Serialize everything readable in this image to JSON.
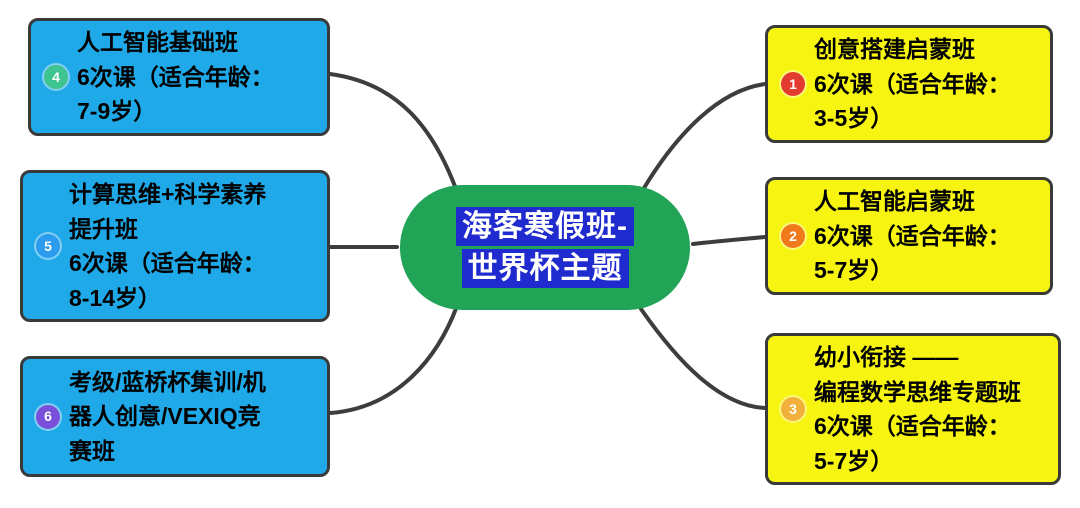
{
  "center": {
    "lines": [
      "海客寒假班-",
      "世界杯主题"
    ],
    "bg_color": "#22A456",
    "highlight_color": "#1F2BCE",
    "text_color": "#FFFFFF"
  },
  "left_nodes": [
    {
      "badge": "4",
      "badge_color": "#3DC48F",
      "lines": [
        "人工智能基础班",
        "6次课（适合年龄：",
        "7-9岁）"
      ]
    },
    {
      "badge": "5",
      "badge_color": "#2D9CEF",
      "lines": [
        "计算思维+科学素养",
        "提升班",
        "6次课（适合年龄：",
        "8-14岁）"
      ]
    },
    {
      "badge": "6",
      "badge_color": "#7A4FD9",
      "lines": [
        "考级/蓝桥杯集训/机",
        "器人创意/VEXIQ竞",
        "赛班"
      ]
    }
  ],
  "right_nodes": [
    {
      "badge": "1",
      "badge_color": "#E23C30",
      "lines": [
        "创意搭建启蒙班",
        "6次课（适合年龄：",
        "3-5岁）"
      ]
    },
    {
      "badge": "2",
      "badge_color": "#F0791C",
      "lines": [
        "人工智能启蒙班",
        "6次课（适合年龄：",
        "5-7岁）"
      ]
    },
    {
      "badge": "3",
      "badge_color": "#F2B13C",
      "lines": [
        "幼小衔接 ——",
        "编程数学思维专题班",
        "6次课（适合年龄：",
        "5-7岁）"
      ]
    }
  ],
  "node_bg": {
    "left": "#1FA9E8",
    "right": "#F6F410"
  },
  "border_color": "#3A3A3A",
  "connector_color": "#3D3D3D"
}
